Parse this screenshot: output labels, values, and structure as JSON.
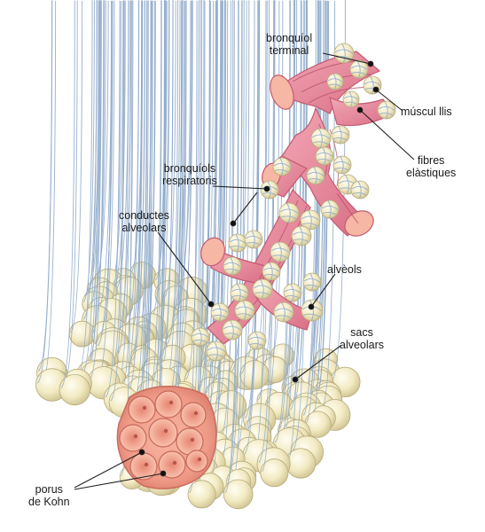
{
  "labels": {
    "bronquiol_terminal": [
      "bronquíol",
      "terminal"
    ],
    "muscul_llis": [
      "múscul llis"
    ],
    "fibres_elastiques": [
      "fibres",
      "elàstiques"
    ],
    "bronquiols_respiratoris": [
      "bronquíols",
      "respiratoris"
    ],
    "conductes_alveolars": [
      "conductes",
      "alveolars"
    ],
    "alveols": [
      "alvèols"
    ],
    "sacs_alveolars": [
      "sacs",
      "alveolars"
    ],
    "porus_de_kohn": [
      "porus",
      "de Kohn"
    ]
  },
  "colors": {
    "bronchiole": "#e58a9c",
    "bronchiole_dark": "#c9586f",
    "alveolus": "#f4ecc6",
    "alveolus_shade": "#d9cf9e",
    "capillary": "#8ea9c9",
    "cut_surface": "#f2a28a",
    "leader": "#222222"
  }
}
